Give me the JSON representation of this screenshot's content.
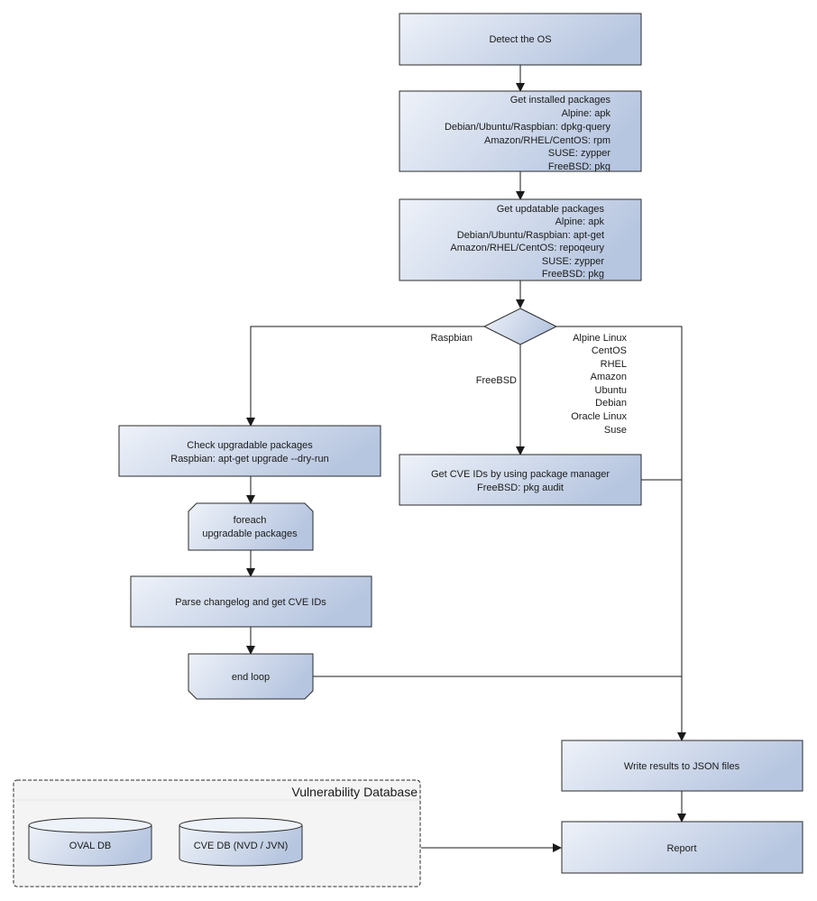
{
  "nodes": {
    "detect_os": {
      "lines": [
        "Detect the OS"
      ]
    },
    "installed": {
      "lines": [
        "Get installed packages",
        "Alpine: apk",
        "Debian/Ubuntu/Raspbian: dpkg-query",
        "Amazon/RHEL/CentOS: rpm",
        "SUSE: zypper",
        "FreeBSD: pkg"
      ]
    },
    "updatable": {
      "lines": [
        "Get updatable packages",
        "Alpine: apk",
        "Debian/Ubuntu/Raspbian: apt-get",
        "Amazon/RHEL/CentOS: repoqeury",
        "SUSE: zypper",
        "FreeBSD: pkg"
      ]
    },
    "check_upgradable": {
      "lines": [
        "Check upgradable packages",
        "Raspbian: apt-get upgrade --dry-run"
      ]
    },
    "foreach": {
      "lines": [
        "foreach",
        "upgradable  packages"
      ]
    },
    "parse_changelog": {
      "lines": [
        "Parse changelog and get  CVE IDs"
      ]
    },
    "end_loop": {
      "lines": [
        "end loop"
      ]
    },
    "cve_pkg_mgr": {
      "lines": [
        "Get CVE IDs by using package manager",
        "FreeBSD: pkg audit"
      ]
    },
    "write_json": {
      "lines": [
        "Write results to JSON files"
      ]
    },
    "report": {
      "lines": [
        "Report"
      ]
    }
  },
  "edge_labels": {
    "raspbian": "Raspbian",
    "freebsd": "FreeBSD",
    "others": [
      "Alpine Linux",
      "CentOS",
      "RHEL",
      "Amazon",
      "Ubuntu",
      "Debian",
      "Oracle Linux",
      "Suse"
    ]
  },
  "vuln_db": {
    "title": "Vulnerability Database",
    "oval": "OVAL DB",
    "cve": "CVE DB (NVD / JVN)"
  },
  "colors": {
    "box_light": "#eef2f9",
    "box_dark": "#b7c6e0",
    "container_fill": "#f4f4f4",
    "stroke": "#2b2b2b"
  }
}
